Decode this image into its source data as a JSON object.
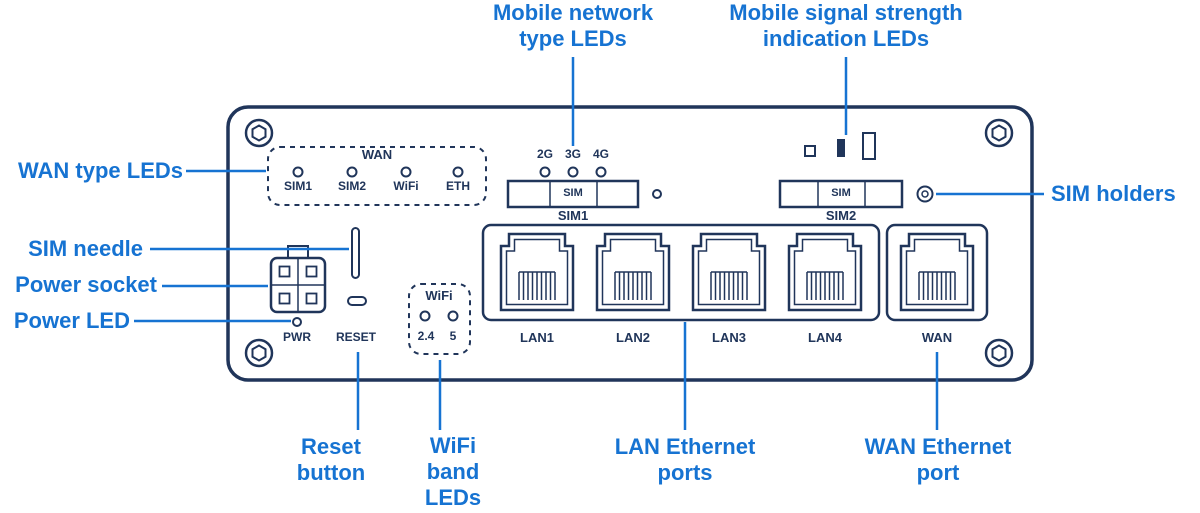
{
  "colors": {
    "accent": "#1673d2",
    "panel": "#20355a"
  },
  "callouts": {
    "mobile_network": "Mobile network\ntype LEDs",
    "mobile_signal": "Mobile signal strength\nindication LEDs",
    "wan_type": "WAN type LEDs",
    "sim_needle": "SIM needle",
    "power_socket": "Power socket",
    "power_led": "Power LED",
    "sim_holders": "SIM holders",
    "reset_button": "Reset\nbutton",
    "wifi_band": "WiFi\nband\nLEDs",
    "lan_ports": "LAN Ethernet\nports",
    "wan_port": "WAN Ethernet\nport"
  },
  "panel": {
    "wan_group": {
      "title": "WAN",
      "leds": [
        "SIM1",
        "SIM2",
        "WiFi",
        "ETH"
      ]
    },
    "network_type_leds": [
      "2G",
      "3G",
      "4G"
    ],
    "sim1": {
      "slot": "SIM",
      "label": "SIM1"
    },
    "sim2": {
      "slot": "SIM",
      "label": "SIM2"
    },
    "power_led_label": "PWR",
    "reset_label": "RESET",
    "wifi_group": {
      "title": "WiFi",
      "bands": [
        "2.4",
        "5"
      ]
    },
    "lan_labels": [
      "LAN1",
      "LAN2",
      "LAN3",
      "LAN4"
    ],
    "wan_label": "WAN"
  }
}
